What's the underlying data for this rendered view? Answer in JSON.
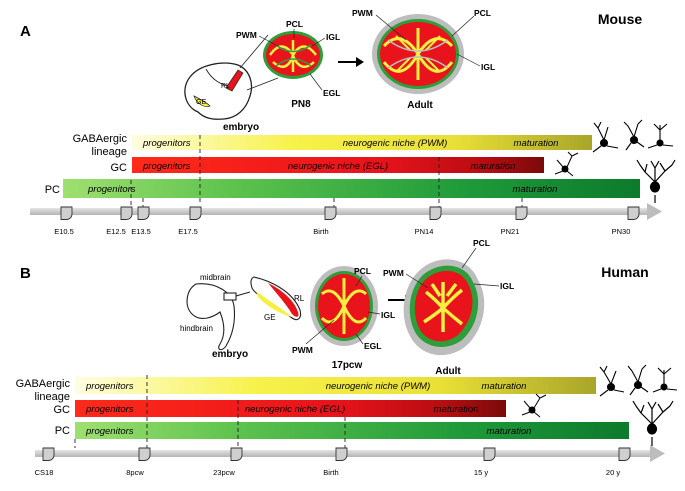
{
  "panels": [
    {
      "letter": "A",
      "species": "Mouse",
      "embryo_label": "embryo",
      "embryo_labels": {
        "rl": "RL",
        "ge": "GE"
      },
      "stage_small": "PN8",
      "stage_large": "Adult",
      "small_callouts": {
        "pcl": "PCL",
        "pwm": "PWM",
        "igl": "IGL",
        "egl": "EGL"
      },
      "large_callouts": {
        "pwm": "PWM",
        "pcl": "PCL",
        "igl": "IGL"
      },
      "rows": [
        {
          "name": "GABAergic",
          "name2": "lineage",
          "seg1": "progenitors",
          "seg2": "neurogenic niche (PWM)",
          "seg3": "maturation"
        },
        {
          "name": "GC",
          "seg1": "progenitors",
          "seg2": "neurogenic niche (EGL)",
          "seg3": "maturation"
        },
        {
          "name": "PC",
          "seg1": "progenitors",
          "seg3": "maturation"
        }
      ],
      "timeline": [
        "E10.5",
        "E12.5",
        "E13.5",
        "E17.5",
        "Birth",
        "PN14",
        "PN21",
        "PN30"
      ]
    },
    {
      "letter": "B",
      "species": "Human",
      "embryo_label": "embryo",
      "embryo_labels": {
        "midbrain": "midbrain",
        "hindbrain": "hindbrain",
        "rl": "RL",
        "ge": "GE"
      },
      "stage_small": "17pcw",
      "stage_large": "Adult",
      "small_callouts": {
        "pcl": "PCL",
        "igl": "IGL",
        "pwm": "PWM",
        "egl": "EGL"
      },
      "large_callouts": {
        "pwm": "PWM",
        "pcl": "PCL",
        "igl": "IGL"
      },
      "rows": [
        {
          "name": "GABAergic",
          "name2": "lineage",
          "seg1": "progenitors",
          "seg2": "neurogenic niche (PWM)",
          "seg3": "maturation"
        },
        {
          "name": "GC",
          "seg1": "progenitors",
          "seg2": "neurogenic niche (EGL)",
          "seg3": "maturation"
        },
        {
          "name": "PC",
          "seg1": "progenitors",
          "seg3": "maturation"
        }
      ],
      "timeline": [
        "CS18",
        "8pcw",
        "23pcw",
        "Birth",
        "15 y",
        "20 y"
      ]
    }
  ],
  "colors": {
    "yellow": "#f5f040",
    "olive": "#a9a52a",
    "red": "#e8131b",
    "darkred": "#7a0a0a",
    "lightgreen": "#7fd04a",
    "darkgreen": "#0d7a2c",
    "axis": "#c9c9c9"
  }
}
